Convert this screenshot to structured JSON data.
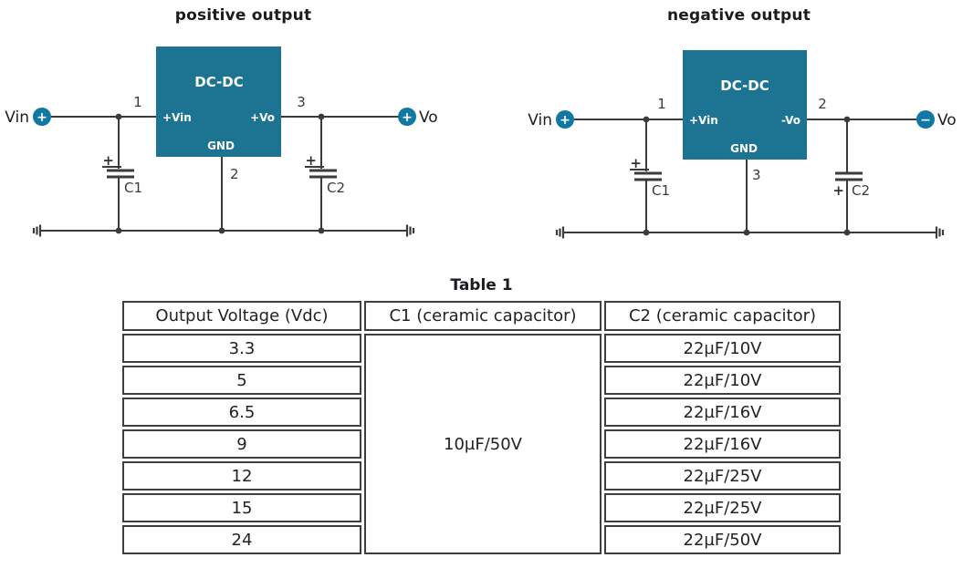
{
  "circuits": {
    "positive": {
      "title": "positive output",
      "block_label": "DC-DC",
      "pin_in_label": "+Vin",
      "pin_out_label": "+Vo",
      "pin_gnd_label": "GND",
      "pin_in_number": "1",
      "pin_out_number": "3",
      "pin_gnd_number": "2",
      "input_label": "Vin",
      "input_polarity": "+",
      "output_label": "Vo",
      "output_polarity": "+",
      "cap1_label": "C1",
      "cap1_polarity": "+",
      "cap2_label": "C2",
      "cap2_polarity": "+"
    },
    "negative": {
      "title": "negative output",
      "block_label": "DC-DC",
      "pin_in_label": "+Vin",
      "pin_out_label": "-Vo",
      "pin_gnd_label": "GND",
      "pin_in_number": "1",
      "pin_out_number": "2",
      "pin_gnd_number": "3",
      "input_label": "Vin",
      "input_polarity": "+",
      "output_label": "Vo",
      "output_polarity": "−",
      "cap1_label": "C1",
      "cap1_polarity": "+",
      "cap2_label": "C2",
      "cap2_polarity": "+"
    }
  },
  "table": {
    "title": "Table 1",
    "headers": [
      "Output Voltage (Vdc)",
      "C1 (ceramic capacitor)",
      "C2 (ceramic capacitor)"
    ],
    "c1_value": "10µF/50V",
    "rows": [
      {
        "vout": "3.3",
        "c2": "22µF/10V"
      },
      {
        "vout": "5",
        "c2": "22µF/10V"
      },
      {
        "vout": "6.5",
        "c2": "22µF/16V"
      },
      {
        "vout": "9",
        "c2": "22µF/16V"
      },
      {
        "vout": "12",
        "c2": "22µF/25V"
      },
      {
        "vout": "15",
        "c2": "22µF/25V"
      },
      {
        "vout": "24",
        "c2": "22µF/50V"
      }
    ]
  },
  "colors": {
    "block": "#1d7492",
    "terminal": "#1078a2",
    "wire": "#3b3b3d",
    "table_border": "#3f3f3f"
  }
}
